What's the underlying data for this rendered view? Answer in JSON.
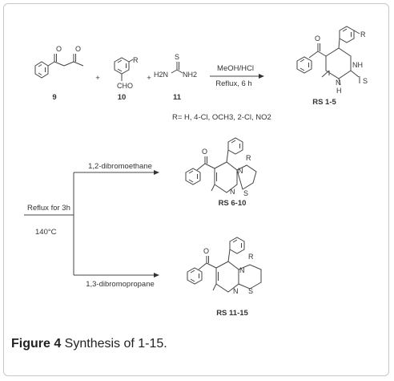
{
  "reactants": {
    "compound_9": "9",
    "compound_10": "10",
    "compound_11": "11",
    "plus": "+",
    "atoms": {
      "R": "R",
      "CHO": "CHO",
      "S": "S",
      "H2N": "H2N",
      "NH2": "NH2",
      "O": "O"
    }
  },
  "step1": {
    "reagent": "MeOH/HCl",
    "condition": "Reflux, 6 h",
    "product_label": "RS 1-5",
    "r_groups": "R= H, 4-Cl, OCH3, 2-Cl, NO2",
    "atoms": {
      "NH": "NH",
      "N": "N",
      "H": "H",
      "S": "S"
    }
  },
  "step2": {
    "condition_time": "Reflux for 3h",
    "condition_temp": "140°C",
    "upper_reagent": "1,2-dibromoethane",
    "lower_reagent": "1,3-dibromopropane",
    "upper_product_label": "RS 6-10",
    "lower_product_label": "RS 11-15",
    "atoms": {
      "N": "N",
      "S": "S"
    }
  },
  "caption": {
    "figure_label": "Figure 4",
    "text": " Synthesis of 1-15."
  }
}
